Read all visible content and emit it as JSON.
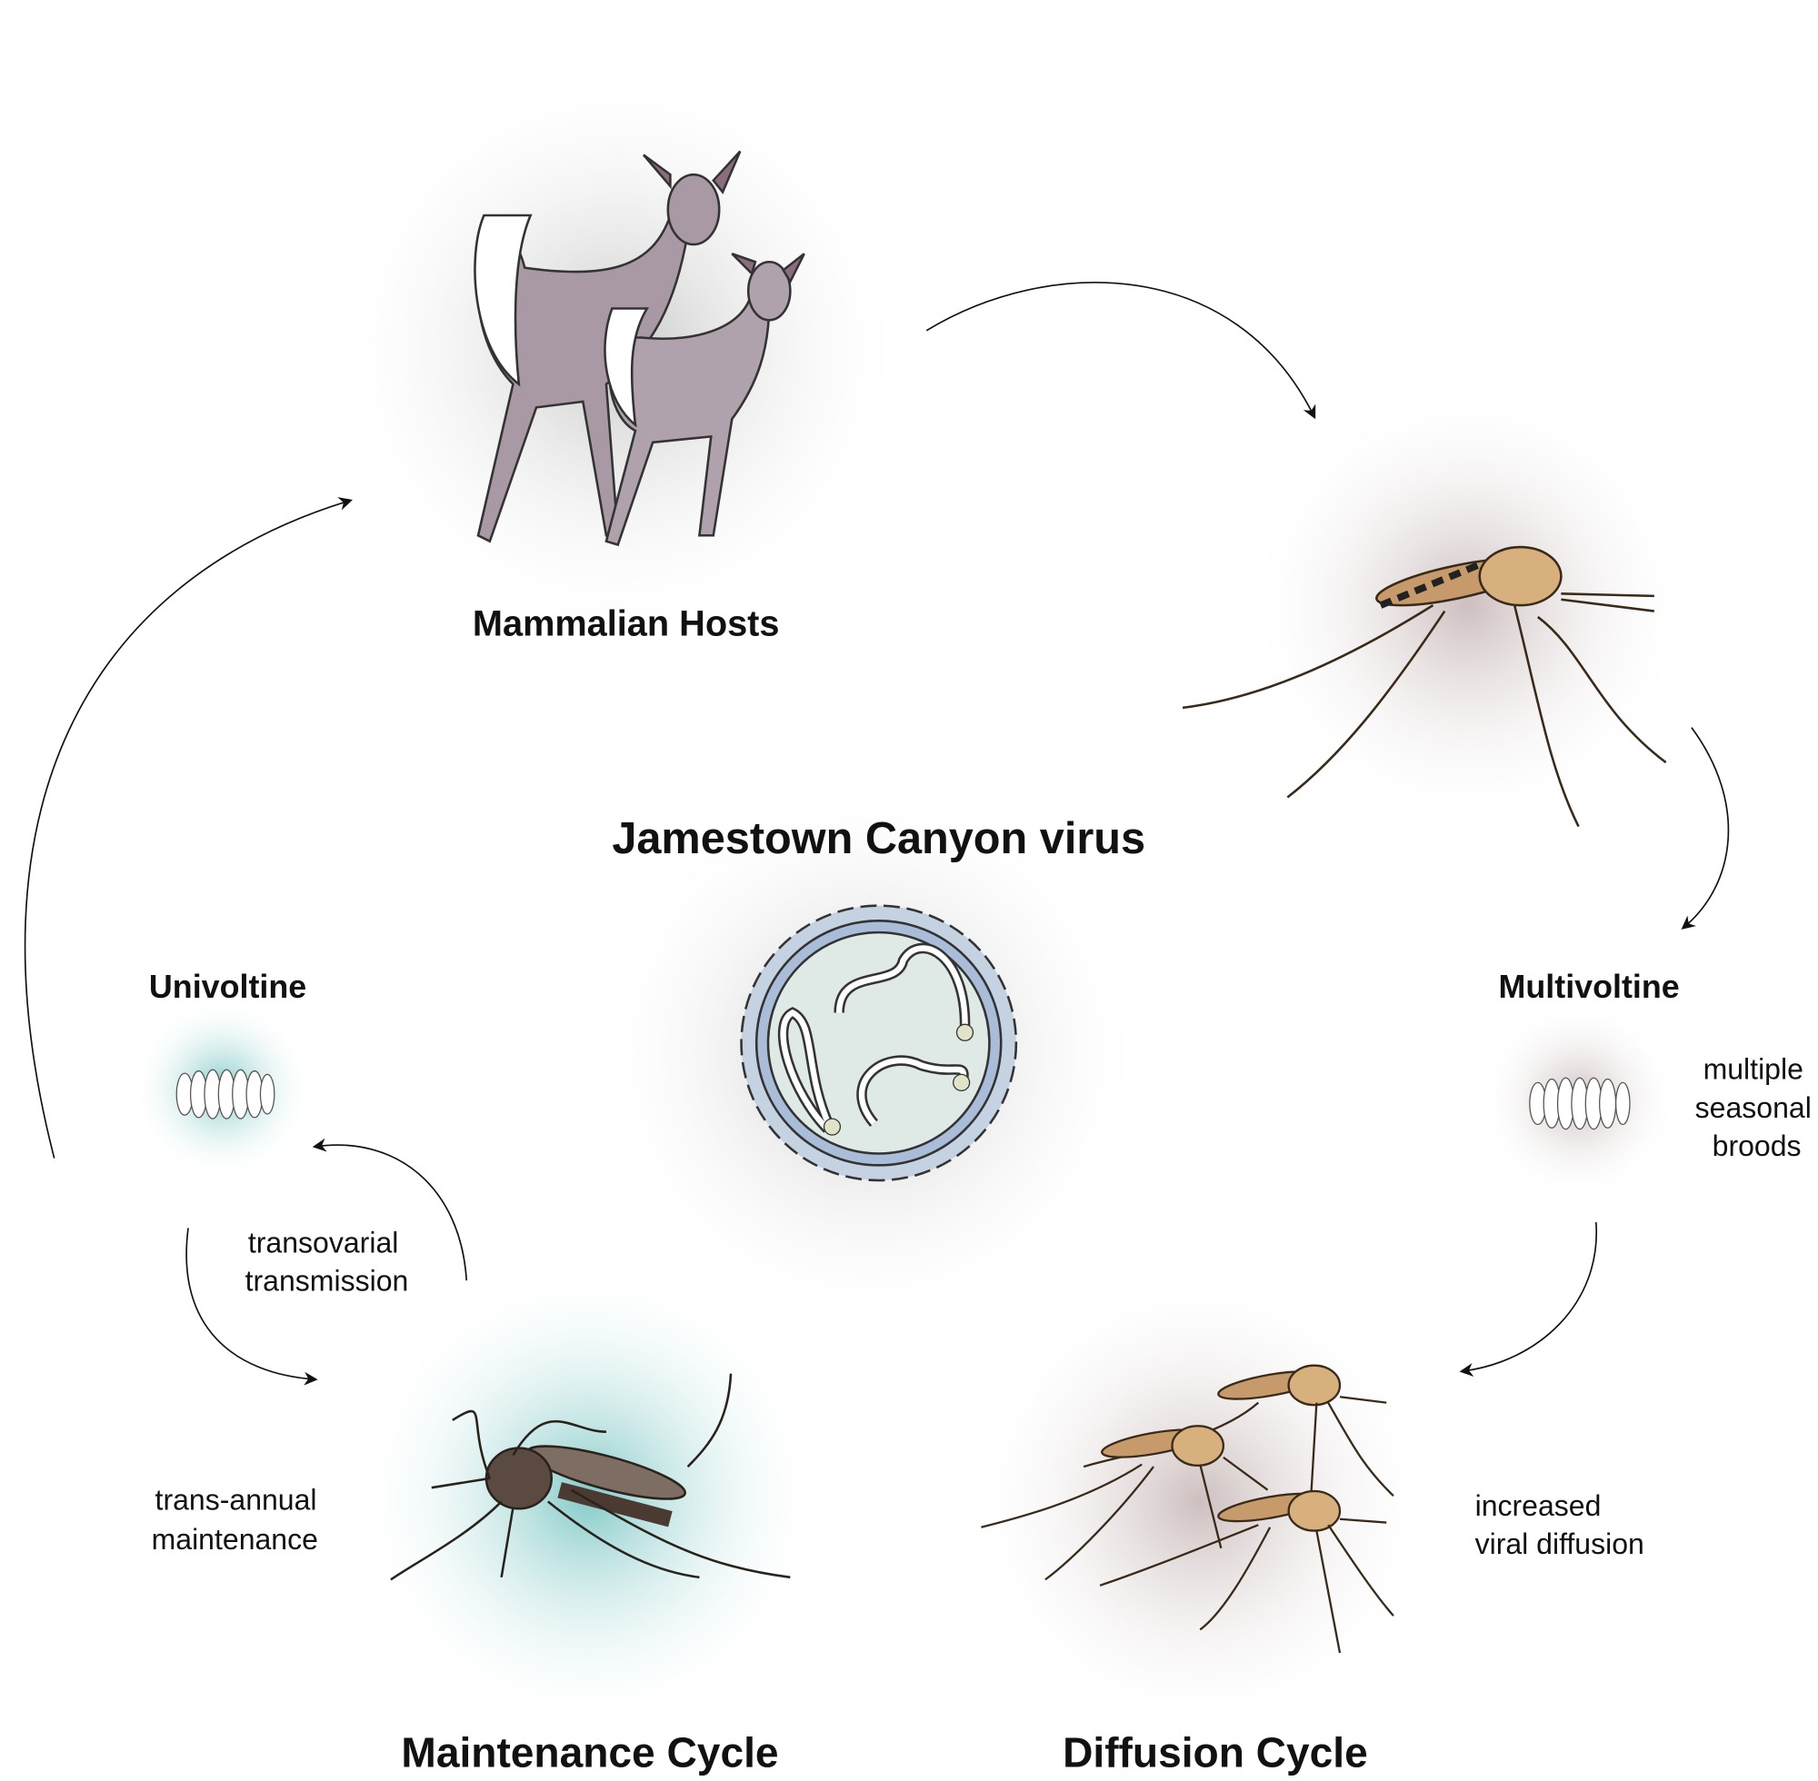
{
  "title": "Jamestown Canyon virus",
  "nodes": {
    "hosts": "Mammalian Hosts",
    "univoltine": "Univoltine",
    "multivoltine": "Multivoltine",
    "maintenance_cycle": "Maintenance Cycle",
    "diffusion_cycle": "Diffusion Cycle"
  },
  "annotations": {
    "multivoltine": [
      "multiple",
      "seasonal",
      "broods"
    ],
    "transovarial": [
      "transovarial",
      "transmission"
    ],
    "trans_annual": [
      "trans-annual",
      "maintenance"
    ],
    "diffusion": [
      "increased",
      "viral diffusion"
    ]
  },
  "colors": {
    "teal_glow": "#7fc8c6",
    "mauve_glow": "#b9a3a3",
    "gray_glow": "#b0b0b0",
    "deer": "#a999a5",
    "mosquito_brown": "#b98a5c",
    "virus_fill": "#dfeae6",
    "virus_ring": "#a9bdd9"
  }
}
